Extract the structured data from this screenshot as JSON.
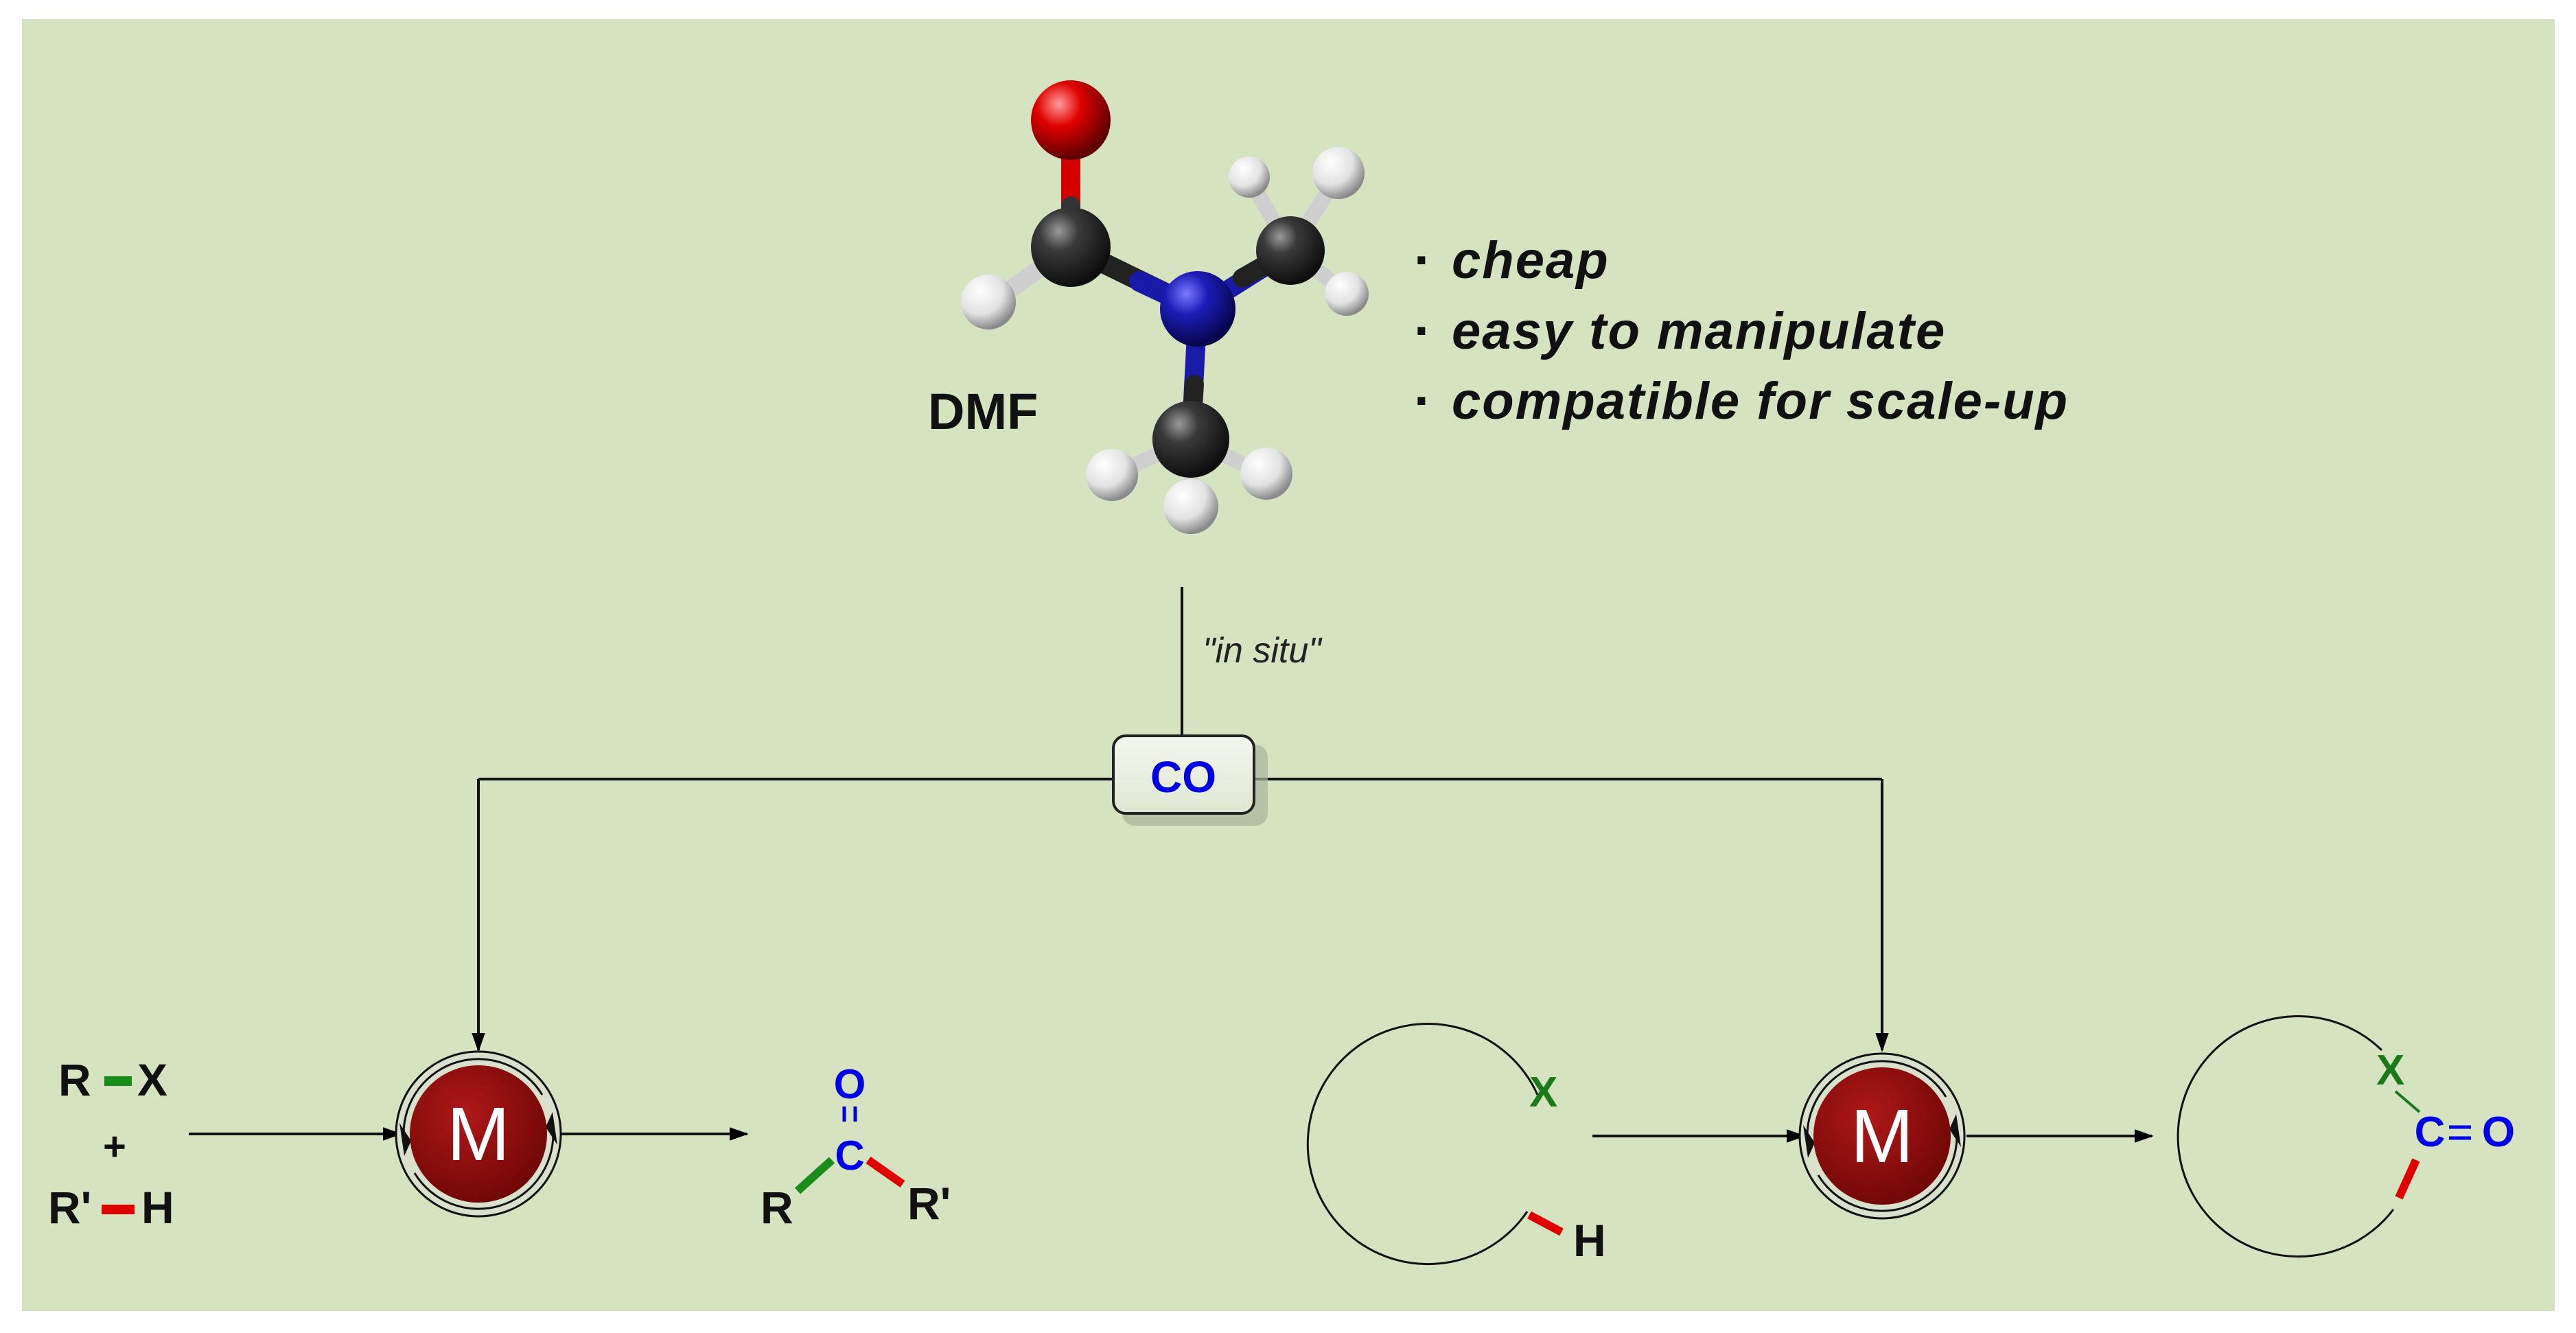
{
  "colors": {
    "background": "#d5e3c0",
    "carbon": "#2b2b2b",
    "nitrogen": "#1a1aa8",
    "oxygen": "#d40000",
    "hydrogen": "#e8e8e8",
    "metal": "#8a0c0c",
    "bond_green": "#1a8c1a",
    "bond_red": "#e00000",
    "label_blue": "#0000e6",
    "label_green": "#1a7a1a"
  },
  "molecule": {
    "name": "DMF"
  },
  "properties": {
    "bullet": "·",
    "items": [
      "cheap",
      "easy to manipulate",
      "compatible for scale-up"
    ]
  },
  "process": {
    "in_situ_label": "\"in situ\"",
    "co_label": "CO"
  },
  "left_reaction": {
    "reactant1_left": "R",
    "reactant1_right": "X",
    "plus": "+",
    "reactant2_left": "R'",
    "reactant2_right": "H",
    "catalyst": "M",
    "product_o": "O",
    "product_c": "C",
    "product_r": "R",
    "product_r2": "R'"
  },
  "right_reaction": {
    "substrate_x": "X",
    "substrate_h": "H",
    "catalyst": "M",
    "product_x": "X",
    "product_c": "C",
    "product_o": "O"
  }
}
